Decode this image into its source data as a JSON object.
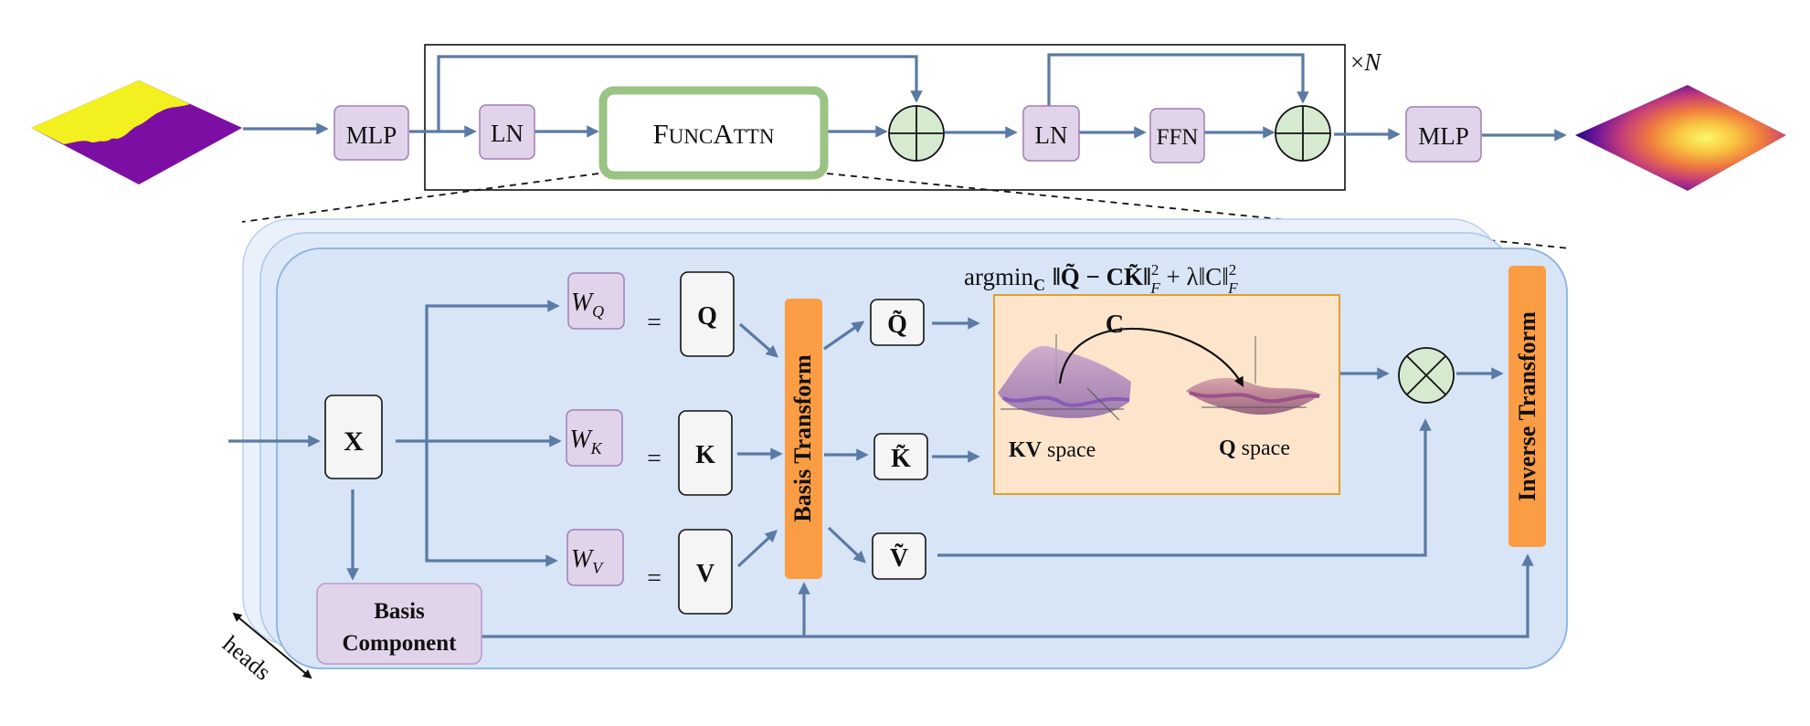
{
  "top_row": {
    "mlp_in": "MLP",
    "ln_1": "LN",
    "funcattn": {
      "first": "F",
      "rest_small": "UNC",
      "mid": "A",
      "tail_small": "TTN"
    },
    "ln_2": "LN",
    "ffn": "FFN",
    "mlp_out": "MLP",
    "repeat": {
      "times": "×",
      "n": "N"
    }
  },
  "detail": {
    "x": "X",
    "w_q": {
      "base": "W",
      "sub": "Q"
    },
    "w_k": {
      "base": "W",
      "sub": "K"
    },
    "w_v": {
      "base": "W",
      "sub": "V"
    },
    "equals": "=",
    "q": "Q",
    "k": "K",
    "v": "V",
    "basis_transform": "Basis Transform",
    "q_tilde": "Q̃",
    "k_tilde": "K̃",
    "v_tilde": "Ṽ",
    "basis_component": {
      "line1": "Basis",
      "line2": "Component"
    },
    "inverse_transform": "Inverse Transform",
    "heads": "heads",
    "objective": {
      "argmin": "argmin",
      "argmin_sub": "C",
      "term1": "‖Q̃ − CK̃‖",
      "sup1": "2",
      "sub1": "F",
      "plus": " + λ‖C‖",
      "sup2": "2",
      "sub2": "F"
    },
    "map_label": "C",
    "kv_space": {
      "bold": "KV",
      "rest": " space"
    },
    "q_space": {
      "bold": "Q",
      "rest": " space"
    }
  },
  "colors": {
    "arrow": "#5b7aa5",
    "lavender_fill": "#e1d4ea",
    "lavender_stroke": "#9f7fb5",
    "green_stroke": "#9ac384",
    "green_fill": "#d6ead0",
    "orange": "#fb9d44",
    "peach": "#fde5cc",
    "blue_panel": "#d7e5f7",
    "blue_stroke": "#8bb2df",
    "yellow_map": "#f2f01e",
    "purple_map": "#7c0ea3"
  }
}
